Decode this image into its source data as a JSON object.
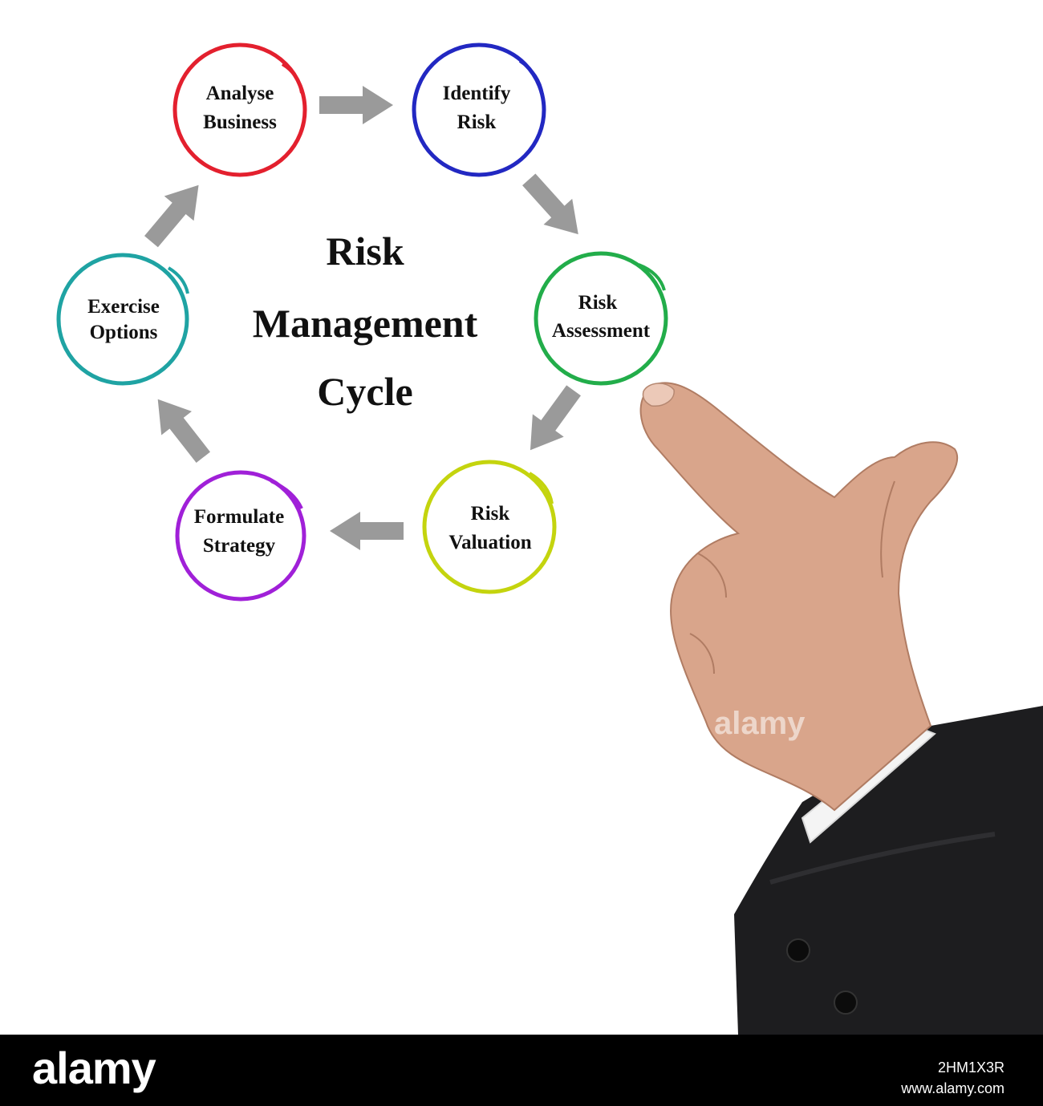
{
  "diagram": {
    "title_lines": [
      "Risk",
      "Management",
      "Cycle"
    ],
    "nodes": [
      {
        "lines": [
          "Analyse",
          "Business"
        ],
        "color": "#e3202e"
      },
      {
        "lines": [
          "Identify",
          "Risk"
        ],
        "color": "#2228c2"
      },
      {
        "lines": [
          "Risk",
          "Assessment"
        ],
        "color": "#22ad4a"
      },
      {
        "lines": [
          "Risk",
          "Valuation"
        ],
        "color": "#c4d40e"
      },
      {
        "lines": [
          "Formulate",
          "Strategy"
        ],
        "color": "#a020d8"
      },
      {
        "lines": [
          "Exercise",
          "Options"
        ],
        "color": "#1fa3a3"
      }
    ],
    "arrow_color": "#9a9a9a",
    "hand_icon": "pointing-hand-icon",
    "watermark": "alamy"
  },
  "footer": {
    "logo": "alamy",
    "image_id": "2HM1X3R",
    "url": "www.alamy.com"
  }
}
